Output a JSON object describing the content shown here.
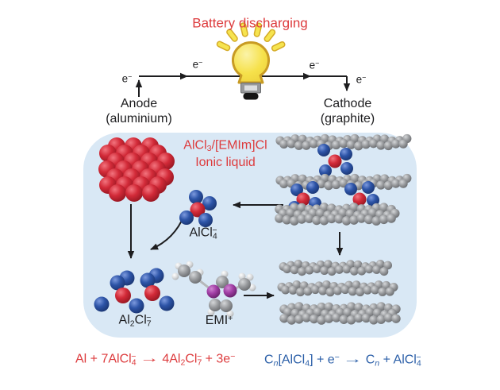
{
  "colors": {
    "red": "#dd3b3d",
    "blue": "#2b5fa8",
    "ink": "#1d1d1f",
    "box": "#d9e8f5"
  },
  "title": "Battery discharging",
  "electron": [
    {
      "t": "e"
    },
    {
      "t": "−",
      "s": "sup"
    }
  ],
  "anode": {
    "line1": "Anode",
    "line2": "(aluminium)"
  },
  "cathode": {
    "line1": "Cathode",
    "line2": "(graphite)"
  },
  "electrolyte": {
    "line1": [
      {
        "t": "AlCl"
      },
      {
        "t": "3",
        "s": "sub"
      },
      {
        "t": "/[EMIm]Cl"
      }
    ],
    "line2": "Ionic liquid"
  },
  "species": {
    "alcl4": [
      {
        "t": "AlCl"
      },
      {
        "t": "4",
        "s": "sub"
      },
      {
        "t": "−",
        "s": "sup",
        "stack": true
      }
    ],
    "al2cl7": [
      {
        "t": "Al"
      },
      {
        "t": "2",
        "s": "sub"
      },
      {
        "t": "Cl"
      },
      {
        "t": "7",
        "s": "sub"
      },
      {
        "t": "−",
        "s": "sup",
        "stack": true
      }
    ],
    "emi": [
      {
        "t": "EMI"
      },
      {
        "t": "+",
        "s": "sup"
      }
    ]
  },
  "equations": {
    "anode_reaction": [
      {
        "t": "Al + 7AlCl"
      },
      {
        "t": "4",
        "s": "sub"
      },
      {
        "t": "−",
        "s": "sup",
        "stack": true
      },
      {
        "t": " "
      },
      {
        "t": "→",
        "c": "arr"
      },
      {
        "t": " 4Al"
      },
      {
        "t": "2",
        "s": "sub"
      },
      {
        "t": "Cl"
      },
      {
        "t": "7",
        "s": "sub"
      },
      {
        "t": "−",
        "s": "sup",
        "stack": true
      },
      {
        "t": " + 3e"
      },
      {
        "t": "−",
        "s": "sup"
      }
    ],
    "cathode_reaction": [
      {
        "t": "C"
      },
      {
        "t": "n",
        "s": "sub",
        "i": true
      },
      {
        "t": "[AlCl"
      },
      {
        "t": "4",
        "s": "sub"
      },
      {
        "t": "] + e"
      },
      {
        "t": "−",
        "s": "sup"
      },
      {
        "t": " "
      },
      {
        "t": "→",
        "c": "arr"
      },
      {
        "t": " C"
      },
      {
        "t": "n",
        "s": "sub",
        "i": true
      },
      {
        "t": " + AlCl"
      },
      {
        "t": "4",
        "s": "sub"
      },
      {
        "t": "−",
        "s": "sup",
        "stack": true
      }
    ]
  }
}
